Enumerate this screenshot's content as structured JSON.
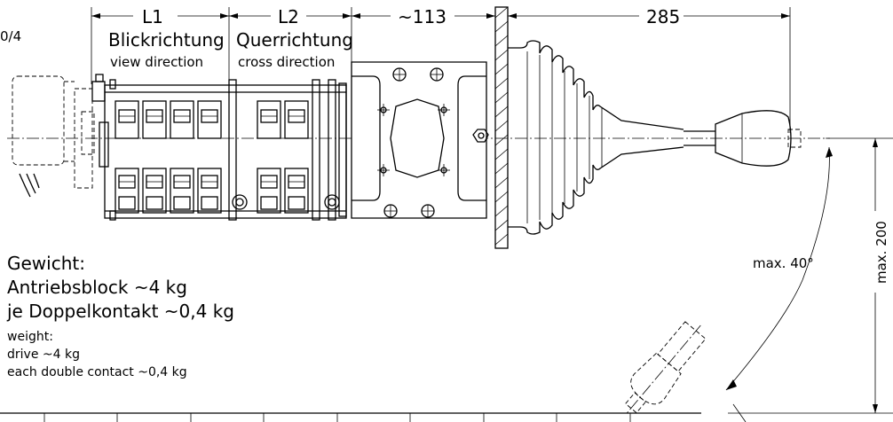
{
  "dimensions": {
    "l1": "L1",
    "l2": "L2",
    "approx_113": "~113",
    "d285": "285",
    "max200": "max. 200",
    "max40": "max. 40°",
    "partial_left": "0/4"
  },
  "labels": {
    "view_de": "Blickrichtung",
    "view_en": "view direction",
    "cross_de": "Querrichtung",
    "cross_en": "cross direction"
  },
  "weight": {
    "heading_de": "Gewicht:",
    "drive_de": "Antriebsblock  ~4  kg",
    "contact_de": "je  Doppelkontakt  ~0,4  kg",
    "heading_en": "weight:",
    "drive_en": "drive  ~4  kg",
    "contact_en": "each  double  contact  ~0,4  kg"
  }
}
